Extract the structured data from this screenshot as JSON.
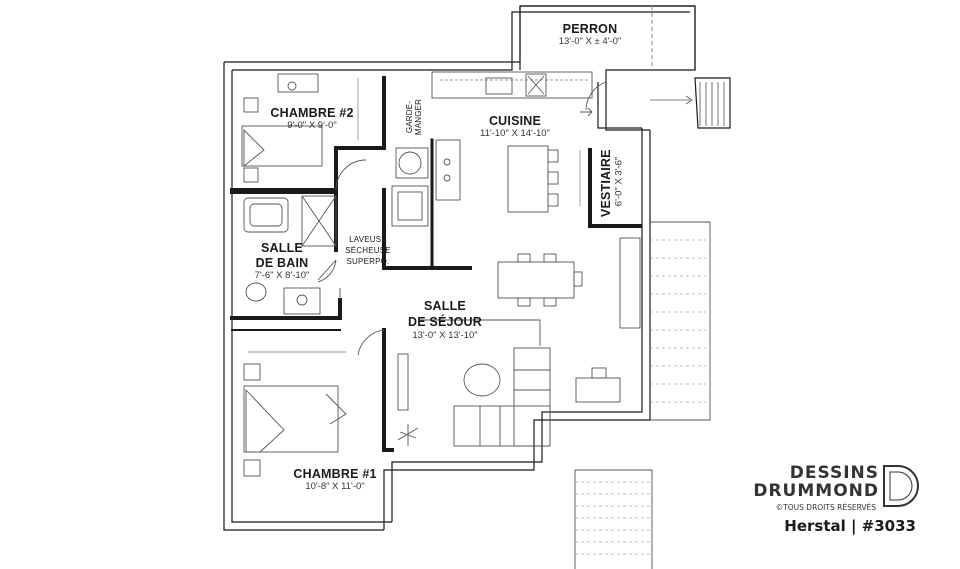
{
  "rooms": {
    "perron": {
      "name": "PERRON",
      "dims": "13'-0\" X ± 4'-0\""
    },
    "chambre2": {
      "name": "CHAMBRE #2",
      "dims": "9'-0\" X 9'-0\""
    },
    "garde_manger": {
      "name_line1": "GARDE-",
      "name_line2": "MANGER"
    },
    "cuisine": {
      "name": "CUISINE",
      "dims": "11'-10\" X 14'-10\""
    },
    "vestiaire": {
      "name": "VESTIAIRE",
      "dims": "6'-0\" X 3'-6\""
    },
    "salle_de_bain": {
      "name_line1": "SALLE",
      "name_line2": "DE BAIN",
      "dims": "7'-6\" X 8'-10\""
    },
    "laveuse": {
      "line1": "LAVEUSE",
      "line2": "SÉCHEUSE",
      "line3": "SUPERPO."
    },
    "salle_de_sejour": {
      "name_line1": "SALLE",
      "name_line2": "DE SÉJOUR",
      "dims": "13'-0\" X 13'-10\""
    },
    "chambre1": {
      "name": "CHAMBRE #1",
      "dims": "10'-8\" X 11'-0\""
    }
  },
  "branding": {
    "line1": "DESSINS",
    "line2": "DRUMMOND",
    "rights": "©TOUS DROITS RÉSERVÉS",
    "model": "Herstal | #3033",
    "logo_icon": "d-logo-icon"
  },
  "colors": {
    "wall": "#1a1a1a",
    "line": "#555555",
    "light": "#9a9a9a"
  }
}
